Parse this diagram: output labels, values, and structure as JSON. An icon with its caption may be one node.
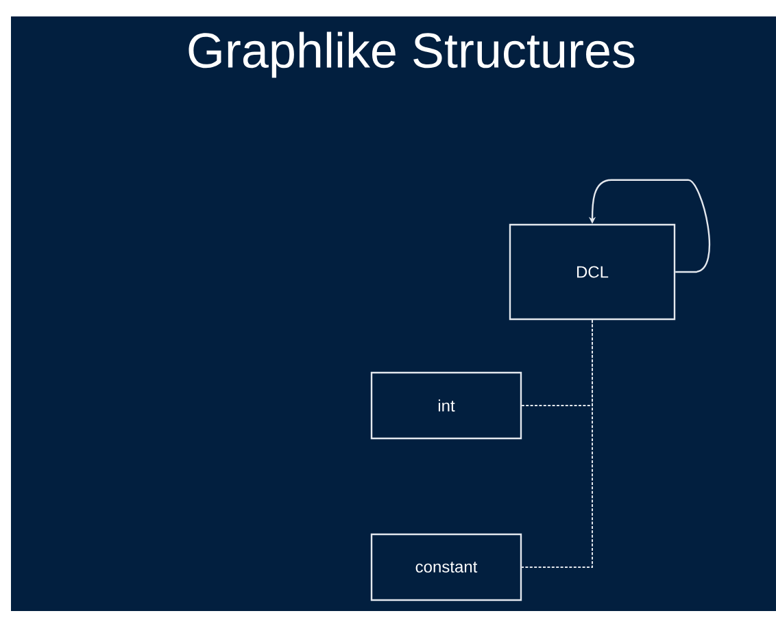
{
  "diagram": {
    "title": "Graphlike Structures",
    "nodes": [
      {
        "text": [
          "DCL"
        ]
      },
      {
        "text": [
          "int"
        ]
      },
      {
        "text": [
          "constant"
        ]
      }
    ],
    "edges": [
      {
        "from": 0,
        "to": 0,
        "arrow": "to"
      },
      {
        "from": 0,
        "to": 1,
        "arrow": "none",
        "style": "dashed"
      },
      {
        "from": 0,
        "to": 2,
        "arrow": "none",
        "style": "dashed"
      }
    ]
  }
}
